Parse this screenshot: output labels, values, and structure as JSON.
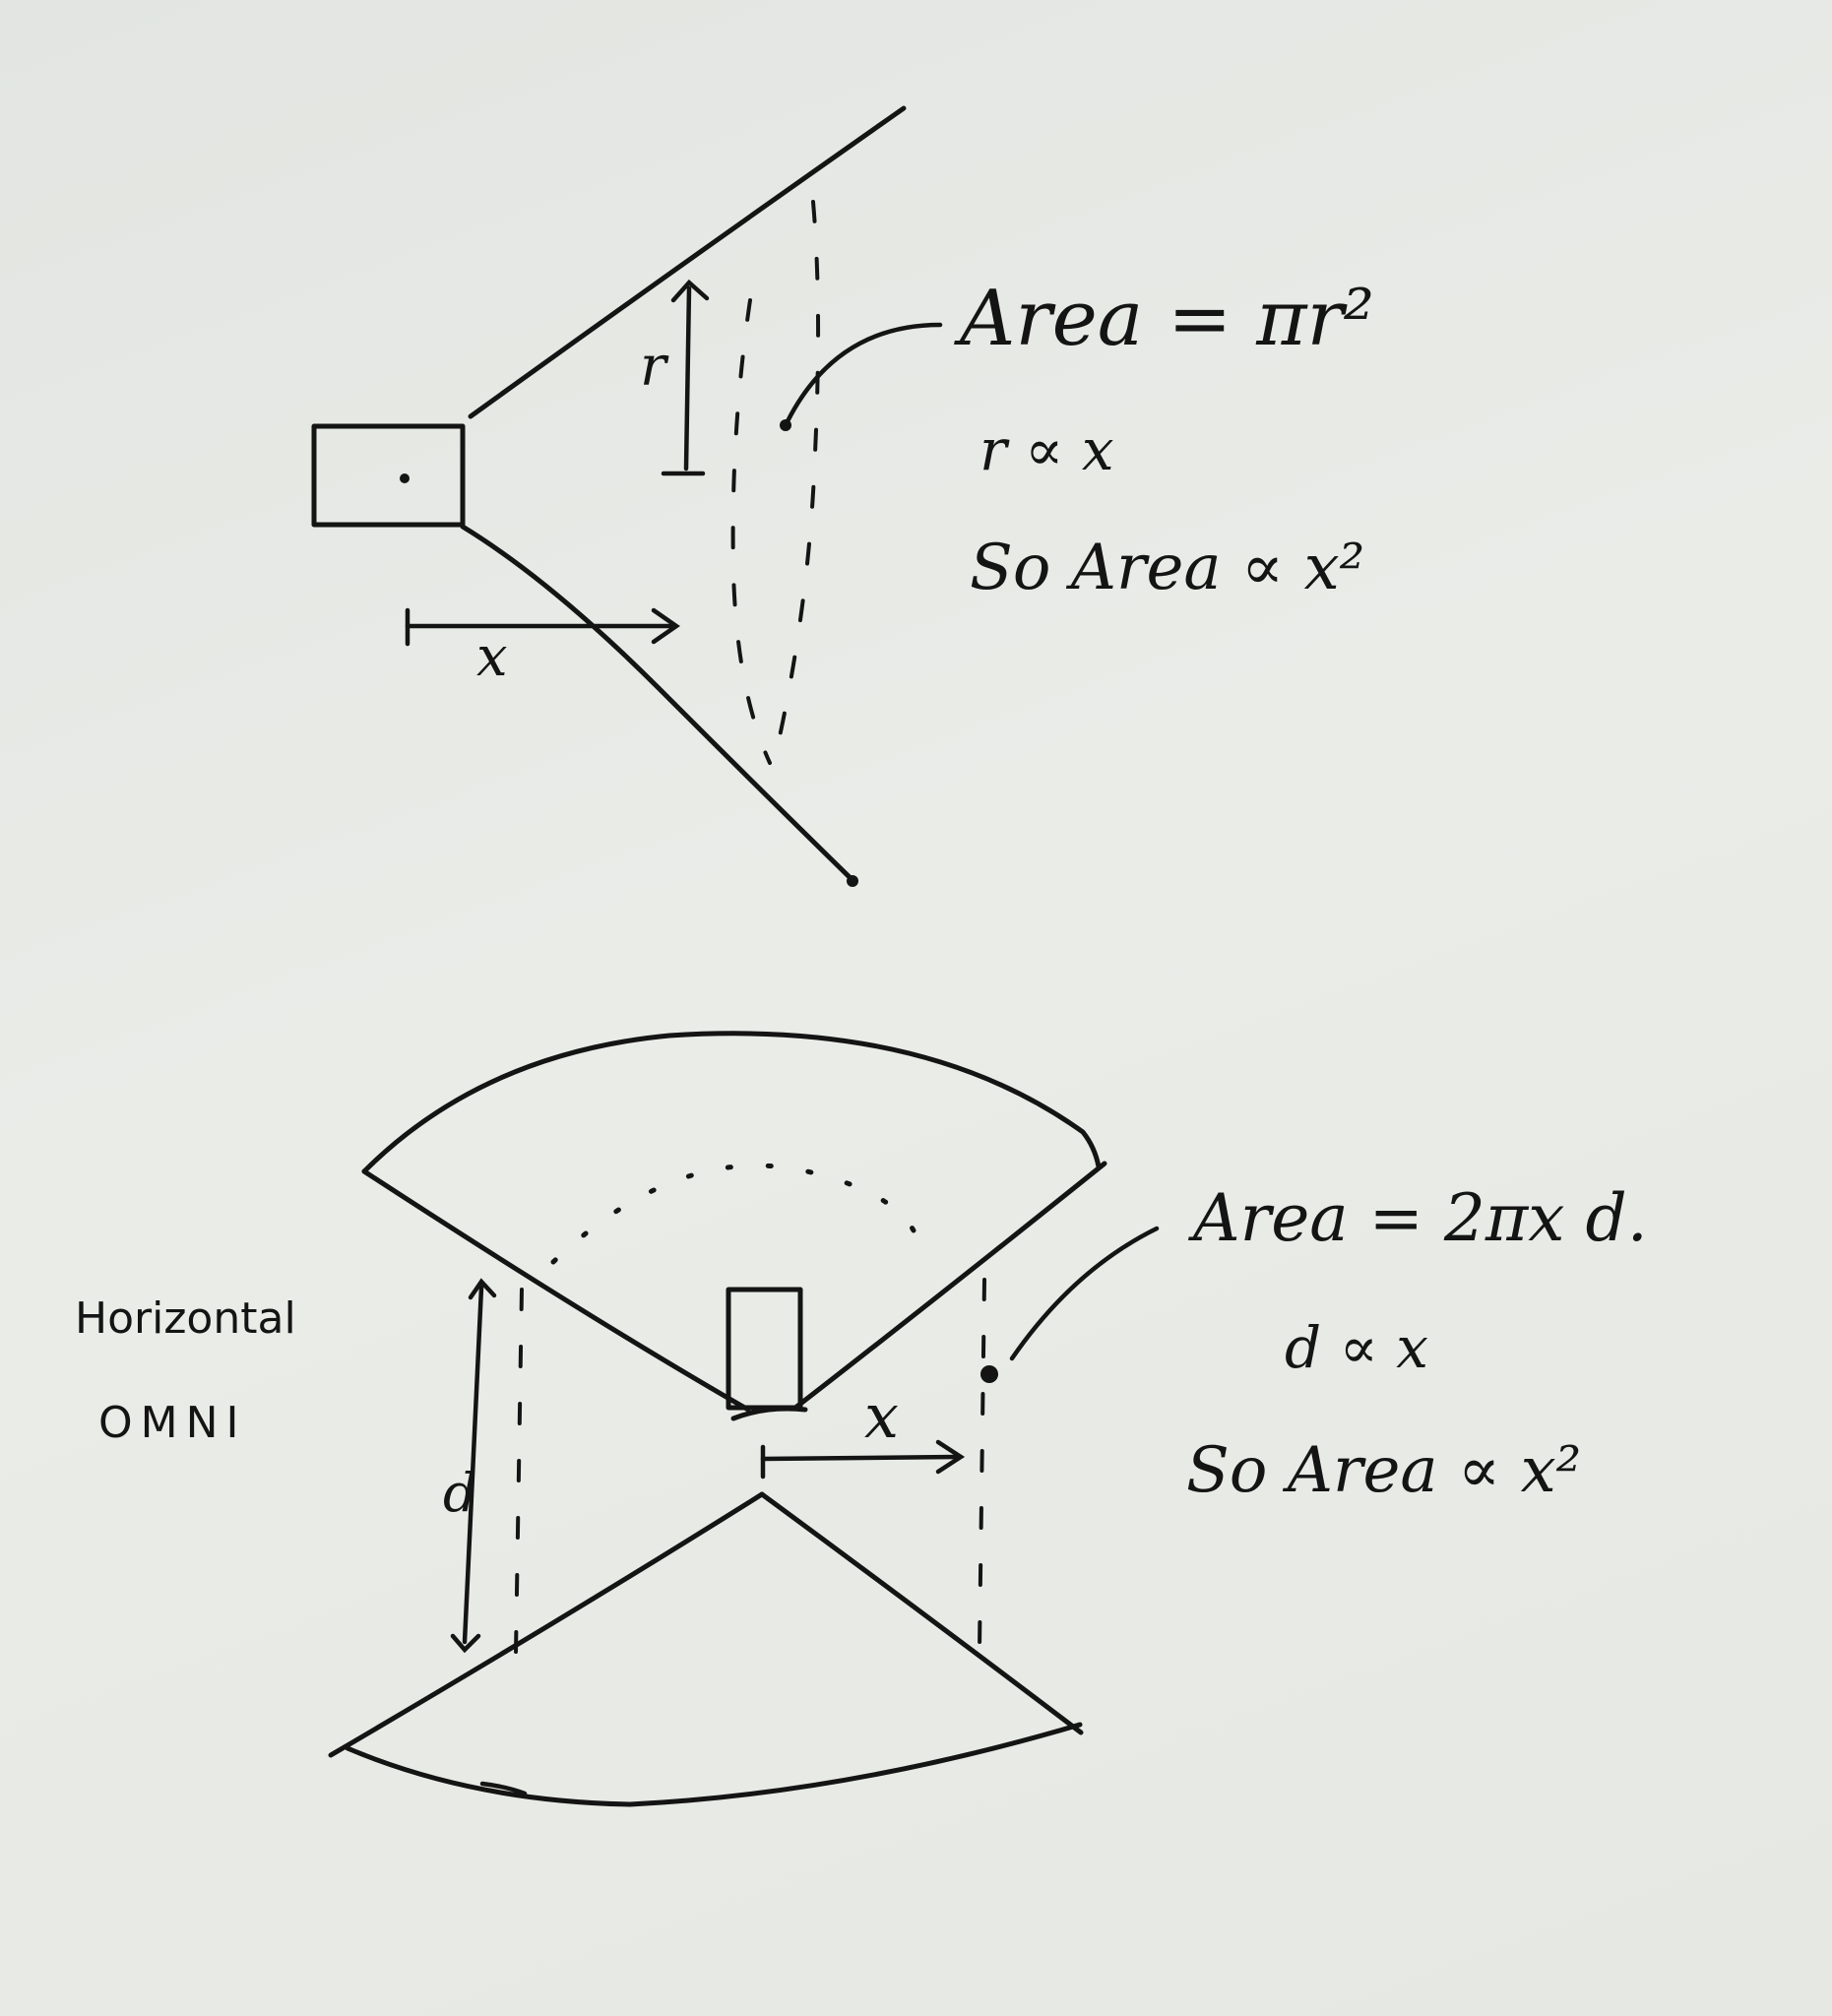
{
  "diagram": {
    "top": {
      "radius_label": "r",
      "distance_label": "x",
      "formulas": [
        "Area = πr²",
        "r ∝ x",
        "So Area ∝ x²"
      ]
    },
    "bottom": {
      "side_label_lines": [
        "Horizontal",
        "OMNI"
      ],
      "height_label": "d",
      "distance_label": "x",
      "formulas": [
        "Area = 2πx d.",
        "d ∝ x",
        "So Area ∝ x²"
      ]
    }
  }
}
